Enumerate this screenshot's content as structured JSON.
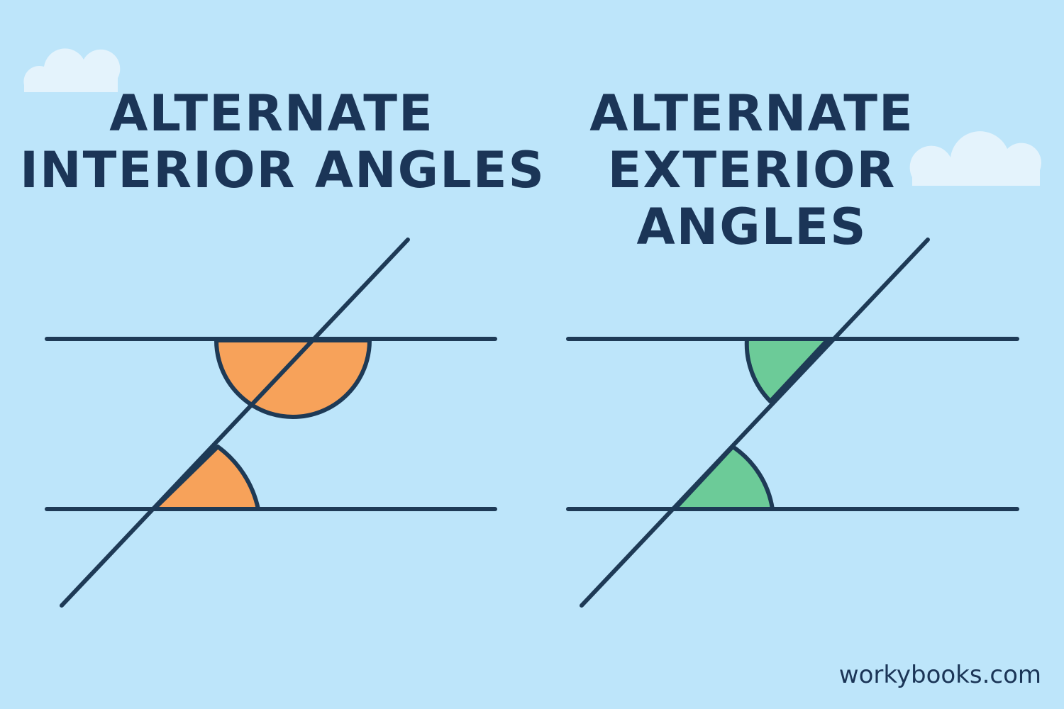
{
  "left_panel": {
    "title_lines": [
      "ALTERNATE",
      "INTERIOR ANGLES"
    ],
    "angle_color": "#F7A25A"
  },
  "right_panel": {
    "title_lines": [
      "ALTERNATE",
      "EXTERIOR",
      "ANGLES"
    ],
    "angle_color": "#6CCB98"
  },
  "watermark": "workybooks.com",
  "colors": {
    "background": "#BDE5FA",
    "cloud": "#E4F3FC",
    "ink": "#1E3A56",
    "title": "#1B3557"
  },
  "icons": [
    "cloud-icon",
    "cloud-icon"
  ]
}
